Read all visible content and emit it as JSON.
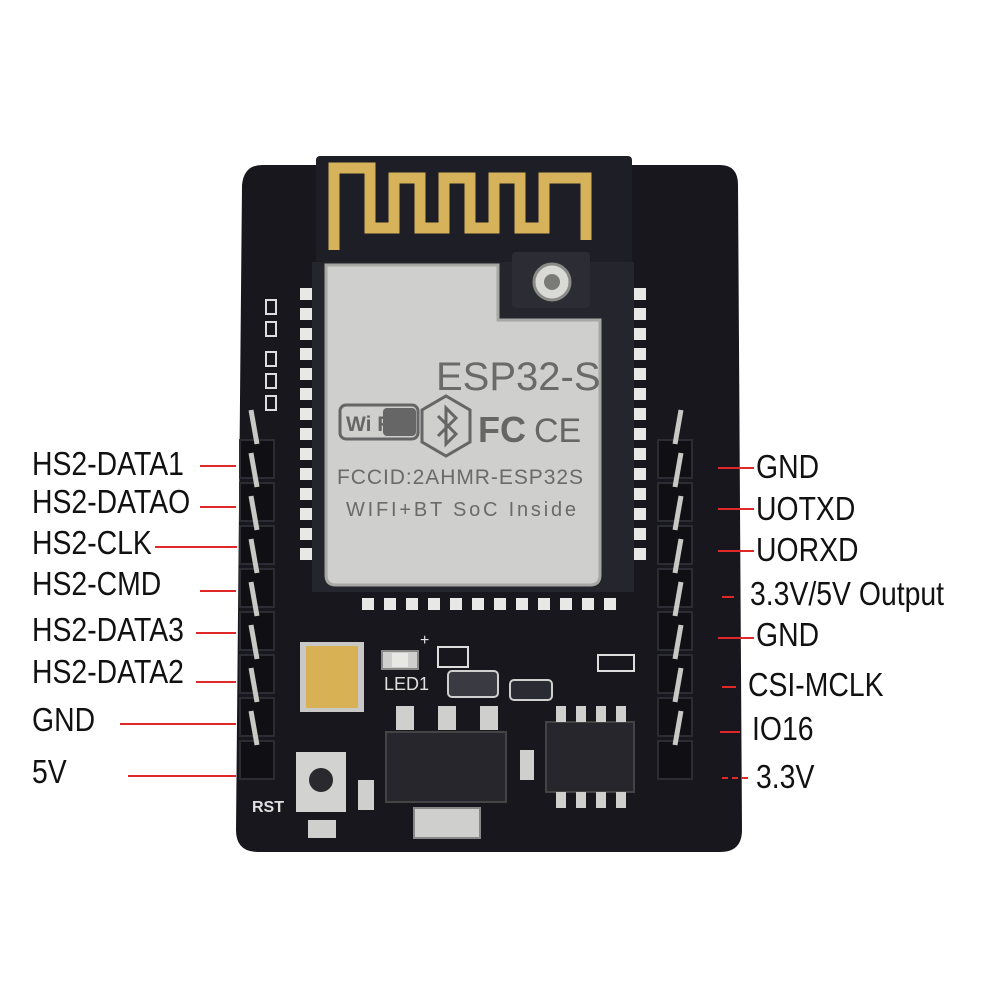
{
  "module": {
    "name": "ESP32-S",
    "logos": {
      "wifi": "Wi Fi",
      "fcc": "FC",
      "ce": "CE",
      "bluetooth_icon": "bluetooth-icon"
    },
    "fccid": "FCCID:2AHMR-ESP32S",
    "soc_text": "WIFI+BT  SoC  Inside"
  },
  "board": {
    "led_label": "LED1",
    "reset_label": "RST",
    "led_polarity": "+",
    "colors": {
      "pcb": "#17171d",
      "shield": "#cfcfcd",
      "gold": "#d6b35a",
      "leader": "#e02828"
    }
  },
  "left_pins": [
    {
      "label": "HS2-DATA1"
    },
    {
      "label": "HS2-DATAO"
    },
    {
      "label": "HS2-CLK"
    },
    {
      "label": "HS2-CMD"
    },
    {
      "label": "HS2-DATA3"
    },
    {
      "label": "HS2-DATA2"
    },
    {
      "label": "GND"
    },
    {
      "label": "5V"
    }
  ],
  "right_pins": [
    {
      "label": "GND"
    },
    {
      "label": "UOTXD"
    },
    {
      "label": "UORXD"
    },
    {
      "label": "3.3V/5V  Output"
    },
    {
      "label": "GND"
    },
    {
      "label": "CSI-MCLK"
    },
    {
      "label": "IO16"
    },
    {
      "label": "3.3V"
    }
  ]
}
